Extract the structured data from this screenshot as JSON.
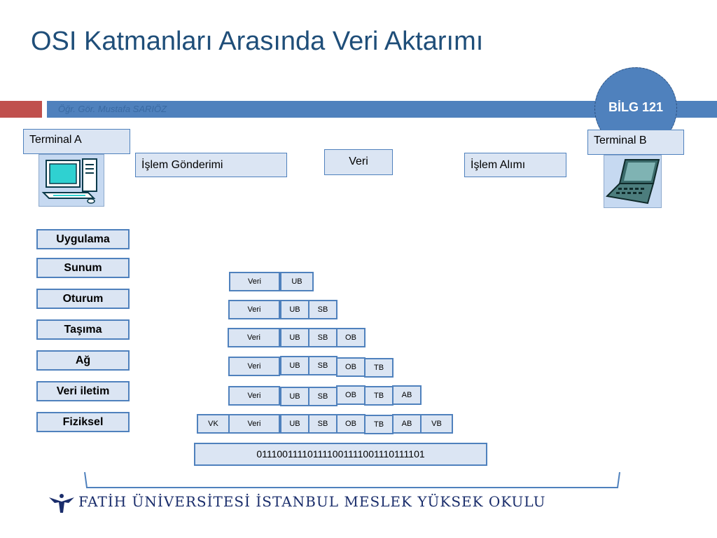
{
  "title": "OSI Katmanları Arasında Veri Aktarımı",
  "author": "Öğr. Gör. Mustafa SARIÖZ",
  "course": "BİLG 121",
  "terminal_a": "Terminal A",
  "terminal_b": "Terminal B",
  "send": "İşlem Gönderimi",
  "data_top": "Veri",
  "receive": "İşlem Alımı",
  "layers": [
    "Uygulama",
    "Sunum",
    "Oturum",
    "Taşıma",
    "Ağ",
    "Veri iletim",
    "Fiziksel"
  ],
  "headers": {
    "vk": "VK",
    "veri": "Veri",
    "ub": "UB",
    "sb": "SB",
    "ob": "OB",
    "tb": "TB",
    "ab": "AB",
    "vb": "VB"
  },
  "bitstream": "011100111101111001111001110111101",
  "footer": "FATİH ÜNİVERSİTESİ İSTANBUL MESLEK YÜKSEK OKULU",
  "colors": {
    "title": "#1f4e79",
    "band": "#4f81bd",
    "accent_red": "#c0504d",
    "box_fill": "#dbe5f3"
  },
  "icons": [
    "desktop-computer-icon",
    "laptop-icon",
    "university-logo-icon"
  ]
}
